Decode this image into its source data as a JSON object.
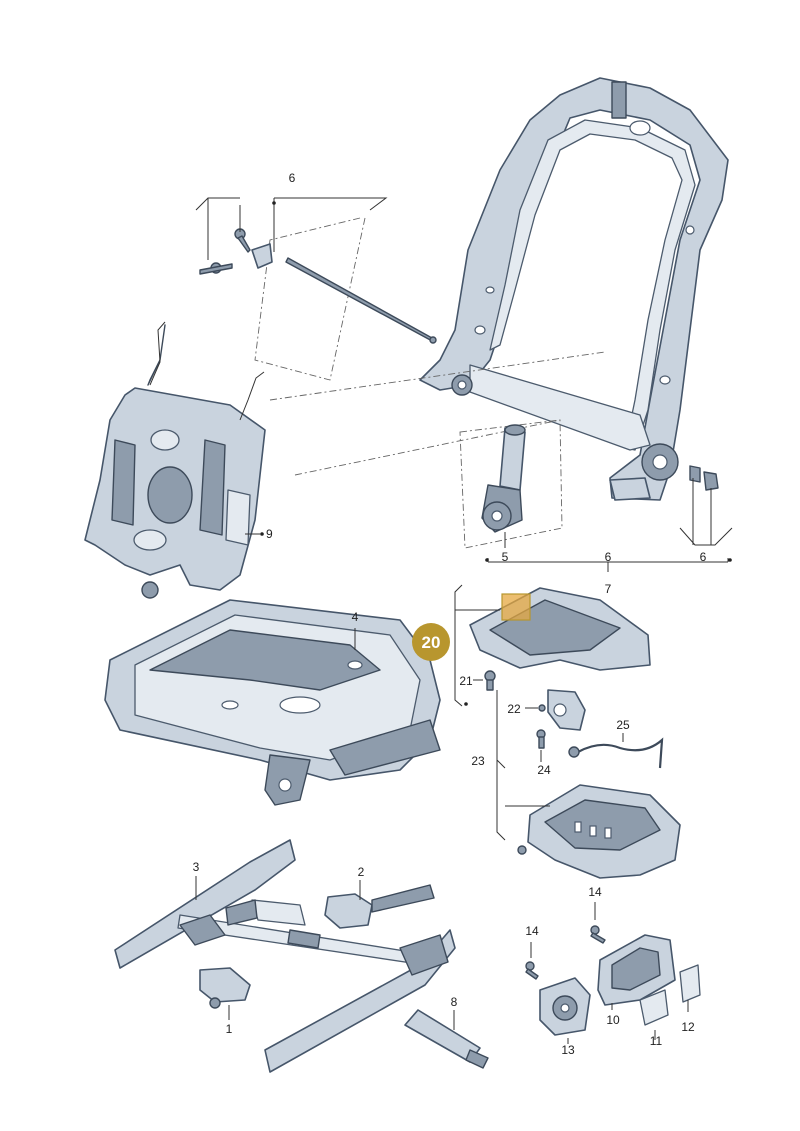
{
  "callouts": [
    {
      "id": "c6a",
      "label": "6"
    },
    {
      "id": "c9",
      "label": "9"
    },
    {
      "id": "c4",
      "label": "4"
    },
    {
      "id": "c5",
      "label": "5"
    },
    {
      "id": "c6b",
      "label": "6"
    },
    {
      "id": "c6c",
      "label": "6"
    },
    {
      "id": "c7",
      "label": "7"
    },
    {
      "id": "c21",
      "label": "21"
    },
    {
      "id": "c22",
      "label": "22"
    },
    {
      "id": "c25",
      "label": "25"
    },
    {
      "id": "c23",
      "label": "23"
    },
    {
      "id": "c24",
      "label": "24"
    },
    {
      "id": "c3",
      "label": "3"
    },
    {
      "id": "c2",
      "label": "2"
    },
    {
      "id": "c1",
      "label": "1"
    },
    {
      "id": "c8",
      "label": "8"
    },
    {
      "id": "c14a",
      "label": "14"
    },
    {
      "id": "c14b",
      "label": "14"
    },
    {
      "id": "c10",
      "label": "10"
    },
    {
      "id": "c11",
      "label": "11"
    },
    {
      "id": "c12",
      "label": "12"
    },
    {
      "id": "c13",
      "label": "13"
    }
  ],
  "highlight": {
    "label": "20",
    "color": "#b8962e"
  }
}
